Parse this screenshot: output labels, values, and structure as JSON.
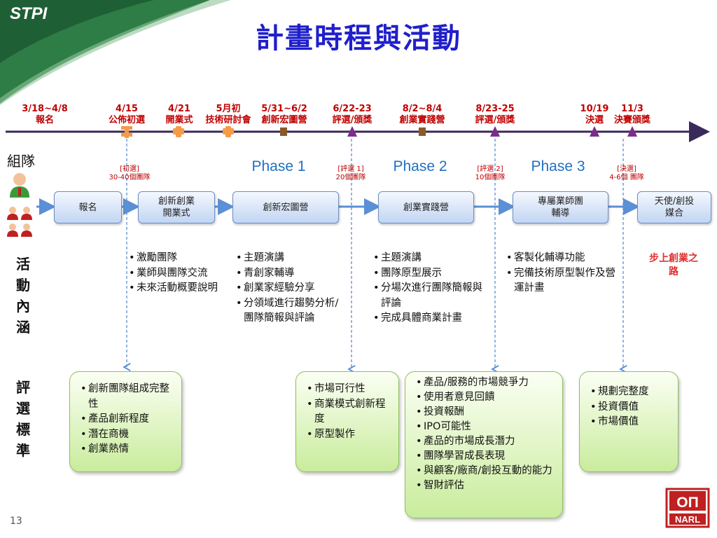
{
  "header": {
    "logo_text": "STPI",
    "title": "計畫時程與活動"
  },
  "team_label": "組隊",
  "milestones": [
    {
      "date": "3/18~4/8",
      "label": "報名",
      "marker": "none"
    },
    {
      "date": "4/15",
      "label": "公佈初選",
      "marker": "plus-orange"
    },
    {
      "date": "4/21",
      "label": "開業式",
      "marker": "plus-orange"
    },
    {
      "date": "5月初",
      "label": "技術研討會",
      "marker": "plus-orange"
    },
    {
      "date": "5/31~6/2",
      "label": "創新宏圖營",
      "marker": "square-brown"
    },
    {
      "date": "6/22-23",
      "label": "評選/頒獎",
      "marker": "triangle-purple"
    },
    {
      "date": "8/2~8/4",
      "label": "創業實踐營",
      "marker": "square-brown"
    },
    {
      "date": "8/23-25",
      "label": "評選/頒獎",
      "marker": "triangle-purple"
    },
    {
      "date": "10/19",
      "label": "決選",
      "marker": "triangle-purple"
    },
    {
      "date": "11/3",
      "label": "決賽頒獎",
      "marker": "triangle-purple"
    }
  ],
  "phases": [
    "Phase 1",
    "Phase 2",
    "Phase 3"
  ],
  "selection_notes": [
    {
      "title": "[初選]",
      "detail": "30-40個團隊"
    },
    {
      "title": "[評選 1]",
      "detail": "20個團隊"
    },
    {
      "title": "[評選 2]",
      "detail": "10個團隊"
    },
    {
      "title": "[決選]",
      "detail": "4-6個 團隊"
    }
  ],
  "stages": [
    "報名",
    "創新創業\n開業式",
    "創新宏圖營",
    "創業實踐營",
    "專屬業師團\n輔導",
    "天使/創投\n媒合"
  ],
  "activities": {
    "label": "活動內涵",
    "lists": [
      [
        "激勵團隊",
        "業師與團隊交流",
        "未來活動概要說明"
      ],
      [
        "主題演講",
        "青創家輔導",
        "創業家經驗分享",
        "分領域進行趨勢分析/團隊簡報與評論"
      ],
      [
        "主題演講",
        "團隊原型展示",
        "分場次進行團隊簡報與評論",
        "完成具體商業計畫"
      ],
      [
        "客製化輔導功能",
        "完備技術原型製作及營運計畫"
      ]
    ],
    "final": "步上創業之路"
  },
  "criteria": {
    "label": "評選標準",
    "boxes": [
      [
        "創新團隊組成完整性",
        "產品創新程度",
        "潛在商機",
        "創業熱情"
      ],
      [
        "市場可行性",
        "商業模式創新程度",
        "原型製作"
      ],
      [
        "產品/服務的市場競爭力",
        "使用者意見回饋",
        "投資報酬",
        "IPO可能性",
        "產品的市場成長潛力",
        "團隊學習成長表現",
        "與顧客/廠商/創投互動的能力",
        "智財評估"
      ],
      [
        "規劃完整度",
        "投資價值",
        "市場價值"
      ]
    ]
  },
  "footer": {
    "slide_number": "13",
    "org_logo_top": "ΟΠ",
    "org_logo_bottom": "NARL"
  },
  "colors": {
    "title": "#1f1fcc",
    "milestone": "#c00000",
    "phase": "#1f70c1",
    "final": "#e03030",
    "timeline": "#3a2a5a"
  }
}
